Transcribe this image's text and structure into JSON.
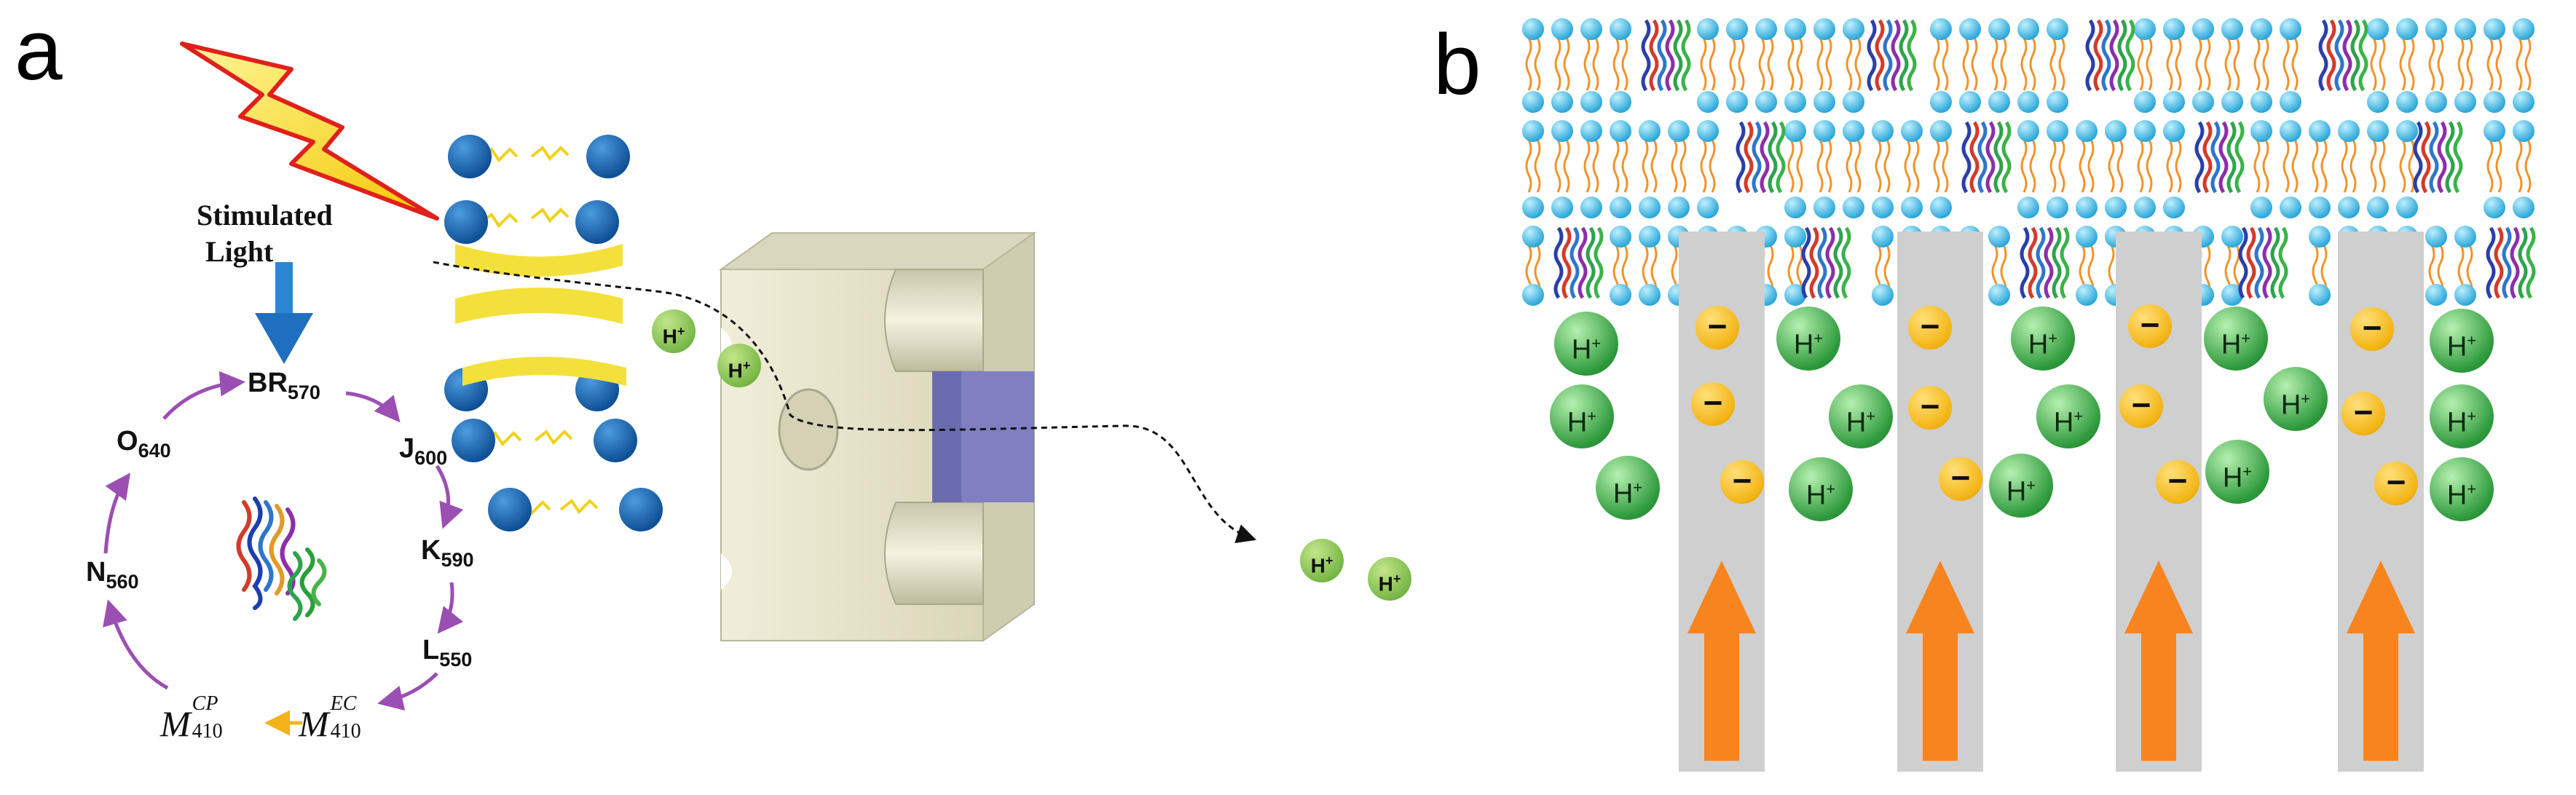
{
  "panel_a": {
    "label": "a",
    "stimulus_label_line1": "Stimulated",
    "stimulus_label_line2": "Light",
    "photocycle_states": [
      {
        "base": "BR",
        "sub": "570"
      },
      {
        "base": "J",
        "sub": "600"
      },
      {
        "base": "K",
        "sub": "590"
      },
      {
        "base": "L",
        "sub": "550"
      },
      {
        "base": "N",
        "sub": "560"
      },
      {
        "base": "O",
        "sub": "640"
      }
    ],
    "m_states": [
      {
        "base": "M",
        "sup": "EC",
        "sub": "410"
      },
      {
        "base": "M",
        "sup": "CP",
        "sub": "410"
      }
    ],
    "proton_symbol": "H",
    "proton_charge": "+"
  },
  "panel_b": {
    "label": "b",
    "proton_symbol": "H",
    "proton_charge": "+",
    "anion_symbol": "−"
  },
  "colors": {
    "lightning_fill": "#f5e21c",
    "lightning_stroke": "#e0201a",
    "arrow_blue": "#1f7fd0",
    "cycle_arrow": "#9b4fb3",
    "m_arrow": "#f2b21a",
    "lipid_head_dark": "#1e6fb5",
    "lipid_tail_yellow": "#f1d21b",
    "channel_body": "#e8e6cf",
    "channel_inner": "#7f7fc2",
    "proton_green_light": "#7ac142",
    "proton_green_dark": "#2e9a3c",
    "lipid_head_light": "#3fb6e2",
    "lipid_tail_orange": "#f0932b",
    "column_gray": "#cfcfcf",
    "anion_orange": "#f3b414",
    "flow_arrow": "#f7841f"
  }
}
